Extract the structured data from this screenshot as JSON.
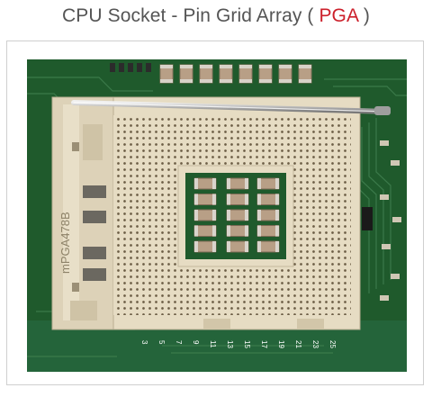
{
  "title": {
    "prefix": "CPU Socket - Pin Grid Array ( ",
    "accent": "PGA",
    "suffix": " )"
  },
  "photo": {
    "socket_marking": "mPGA478B",
    "pcb_numbers": [
      "3",
      "5",
      "7",
      "9",
      "11",
      "13",
      "15",
      "17",
      "19",
      "21",
      "23",
      "25"
    ],
    "colors": {
      "pcb": "#1f5a2c",
      "socket": "#e6dcc3",
      "lever": "#c8c8c8",
      "capacitor": "#b89f86"
    }
  }
}
